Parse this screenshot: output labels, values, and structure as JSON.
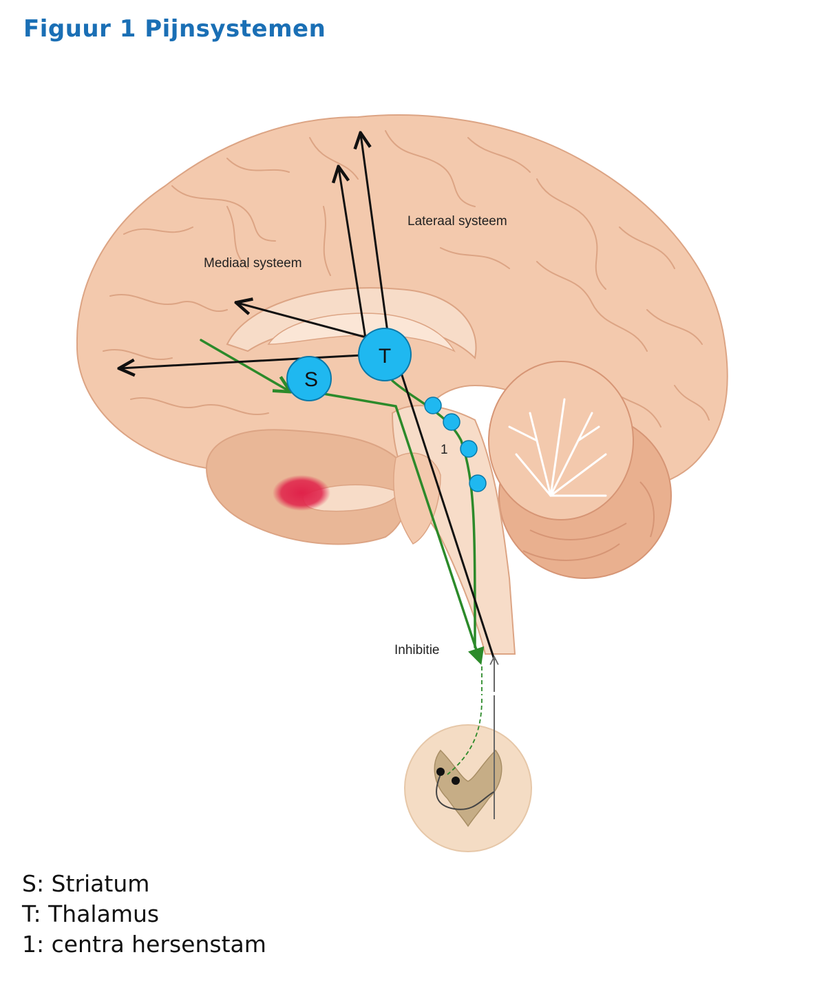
{
  "title": "Figuur 1  Pijnsystemen",
  "labels": {
    "lateraal": "Lateraal systeem",
    "mediaal": "Mediaal systeem",
    "inhibitie": "Inhibitie",
    "brainstem_center": "1"
  },
  "nodes": {
    "striatum": "S",
    "thalamus": "T"
  },
  "legend": [
    "S: Striatum",
    "T: Thalamus",
    "1: centra hersenstam"
  ],
  "colors": {
    "title": "#1a6fb5",
    "brain": "#f3c9ad",
    "brain_outline": "#dca484",
    "nodes": "#1fb8f0",
    "pathway_green": "#2c8a2a",
    "pathway_black": "#111111",
    "highlight_red": "#e0224a"
  }
}
